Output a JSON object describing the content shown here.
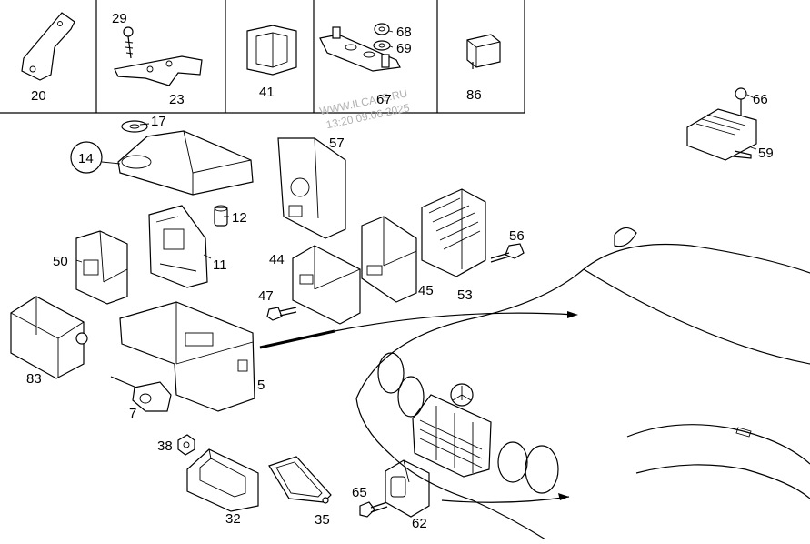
{
  "labels": {
    "p20": "20",
    "p29": "29",
    "p23": "23",
    "p41": "41",
    "p68": "68",
    "p69": "69",
    "p67": "67",
    "p86": "86",
    "p66": "66",
    "p59": "59",
    "p17": "17",
    "p14": "14",
    "p57": "57",
    "p12": "12",
    "p50": "50",
    "p11": "11",
    "p44": "44",
    "p56": "56",
    "p45": "45",
    "p53": "53",
    "p47": "47",
    "p83": "83",
    "p5": "5",
    "p7": "7",
    "p38": "38",
    "p65": "65",
    "p32": "32",
    "p35": "35",
    "p62": "62"
  },
  "watermark": {
    "line1": "WWW.ILCATS.RU",
    "line2": "13:20 09.06.2025"
  }
}
